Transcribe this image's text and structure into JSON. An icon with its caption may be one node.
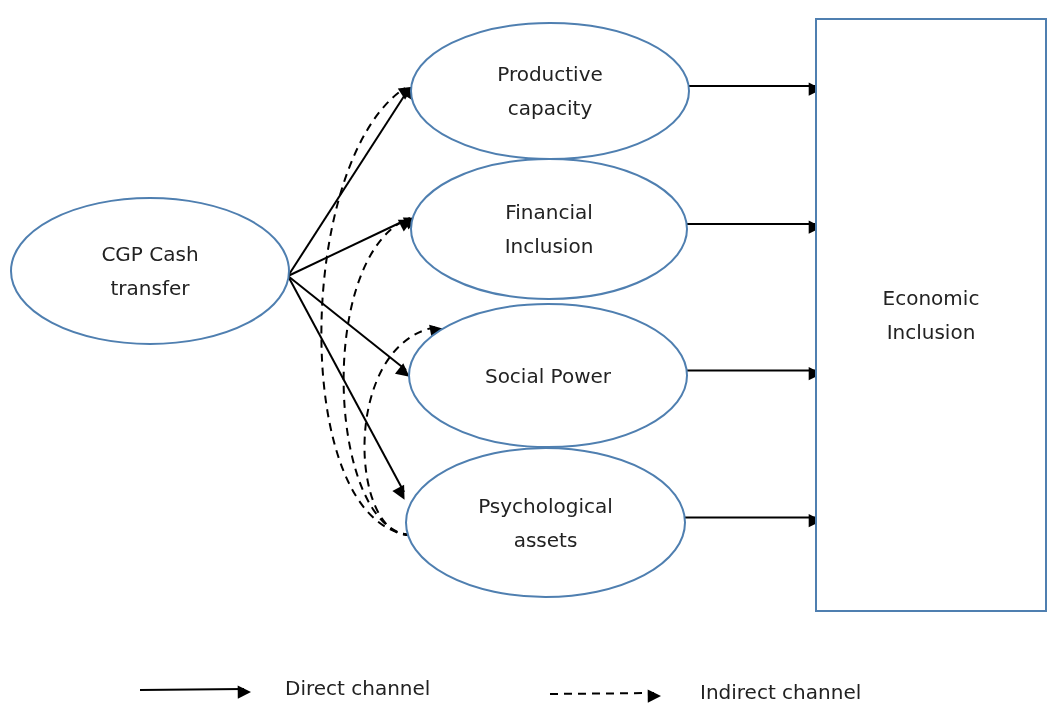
{
  "diagram": {
    "nodes": [
      {
        "text": [
          "CGP Cash transfer"
        ]
      },
      {
        "text": [
          "Productive capacity"
        ]
      },
      {
        "text": [
          "Financial Inclusion"
        ]
      },
      {
        "text": [
          "Social Power"
        ]
      },
      {
        "text": [
          "Psychological assets"
        ]
      },
      {
        "text": [
          "Economic Inclusion"
        ]
      }
    ],
    "edges": [
      {
        "from": 0,
        "to": 1,
        "arrow": "to"
      },
      {
        "from": 0,
        "to": 2,
        "arrow": "to"
      },
      {
        "from": 0,
        "to": 3,
        "arrow": "to"
      },
      {
        "from": 0,
        "to": 4,
        "arrow": "to"
      },
      {
        "from": 1,
        "to": 5,
        "arrow": "to"
      },
      {
        "from": 2,
        "to": 5,
        "arrow": "to"
      },
      {
        "from": 3,
        "to": 5,
        "arrow": "to"
      },
      {
        "from": 4,
        "to": 5,
        "arrow": "to"
      },
      {
        "from": 4,
        "to": 1,
        "arrow": "to",
        "style": "dashed"
      },
      {
        "from": 4,
        "to": 2,
        "arrow": "to",
        "style": "dashed"
      },
      {
        "from": 4,
        "to": 3,
        "arrow": "to",
        "style": "dashed"
      }
    ],
    "legend": [
      {
        "text": "Direct channel"
      },
      {
        "text": "Indirect channel"
      }
    ]
  }
}
